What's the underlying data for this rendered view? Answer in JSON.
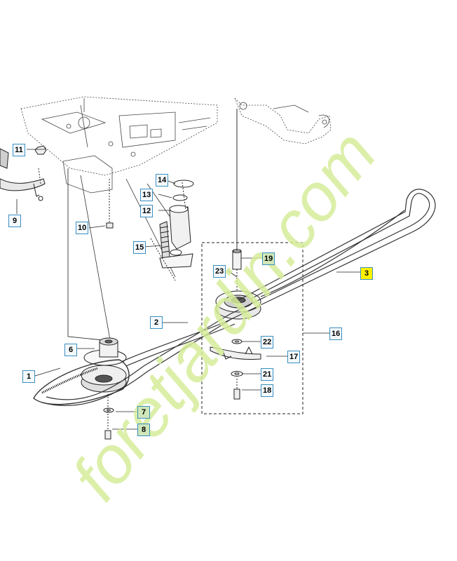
{
  "diagram": {
    "callouts": [
      {
        "id": "c1",
        "text": "1"
      },
      {
        "id": "c2",
        "text": "2"
      },
      {
        "id": "c3",
        "text": "3"
      },
      {
        "id": "c6",
        "text": "6"
      },
      {
        "id": "c7",
        "text": "7"
      },
      {
        "id": "c8",
        "text": "8"
      },
      {
        "id": "c9",
        "text": "9"
      },
      {
        "id": "c10",
        "text": "10"
      },
      {
        "id": "c11",
        "text": "11"
      },
      {
        "id": "c12",
        "text": "12"
      },
      {
        "id": "c13",
        "text": "13"
      },
      {
        "id": "c14",
        "text": "14"
      },
      {
        "id": "c15",
        "text": "15"
      },
      {
        "id": "c16",
        "text": "16"
      },
      {
        "id": "c17",
        "text": "17"
      },
      {
        "id": "c18",
        "text": "18"
      },
      {
        "id": "c19",
        "text": "19"
      },
      {
        "id": "c21",
        "text": "21"
      },
      {
        "id": "c22",
        "text": "22"
      },
      {
        "id": "c23",
        "text": "23"
      }
    ],
    "highlighted_callout": "3",
    "watermark": "foretjardin.com",
    "colors": {
      "callout_border": "#3a8fc0",
      "highlight": "#fff200",
      "green_highlight": "#cfe6b9",
      "watermark_green": "#d6ec9a",
      "watermark_grey": "#d9d3c4",
      "line_art": "#1a1a1a"
    }
  }
}
